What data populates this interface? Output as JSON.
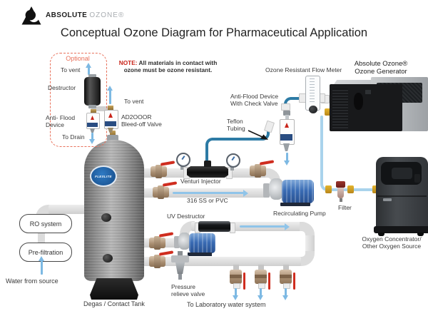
{
  "header": {
    "brand_bold": "ABSOLUTE",
    "brand_reg": "OZONE®",
    "title": "Conceptual Ozone Diagram for Pharmaceutical Application"
  },
  "note": {
    "prefix": "NOTE:",
    "line1": "All materials in contact with",
    "line2": "ozone must be ozone resistant."
  },
  "optional_assembly": {
    "box_title": "Optional",
    "to_vent": "To vent",
    "destructor": "Destructor",
    "anti_flood_1": "Anti- Flood",
    "anti_flood_2": "Device",
    "to_drain": "To Drain"
  },
  "bleed_valve": {
    "to_vent": "To vent",
    "name_1": "AD2OOOR",
    "name_2": "Bleed-off Valve"
  },
  "ozone_line": {
    "flow_meter": "Ozone Resistant Flow Meter",
    "generator_1": "Absolute Ozone®",
    "generator_2": "Ozone Generator",
    "anti_flood_1": "Anti-Flood Device",
    "anti_flood_2": "With Check Valve",
    "teflon_1": "Teflon",
    "teflon_2": "Tubing"
  },
  "water_loop": {
    "venturi": "Venturi Injector",
    "material": "316 SS or PVC",
    "pump": "Recirculating Pump",
    "uv": "UV Destructor",
    "pressure_1": "Pressure",
    "pressure_2": "relieve valve",
    "lab": "To Laboratory water system"
  },
  "oxygen_line": {
    "filter": "Filter",
    "concentrator_1": "Oxygen  Concentrator/",
    "concentrator_2": "Other Oxygen Source"
  },
  "source": {
    "ro": "RO system",
    "prefilter": "Pre-filtration",
    "water": "Water from source"
  },
  "tank": {
    "label": "Degas / Contact Tank",
    "brand": "FLEXLITE"
  },
  "colors": {
    "note_red": "#c9241a",
    "optional_dashed": "#e8705a",
    "handle_red": "#cf2d1f",
    "teflon_tube": "#2d7ba5",
    "oxygen_tube": "#a9d3ec",
    "pipe_gray": "#dcdcdc",
    "brass": "#8f7458",
    "flow_arrow": "#8fc4e9",
    "tank_logo_blue": "#2f7bc4"
  }
}
